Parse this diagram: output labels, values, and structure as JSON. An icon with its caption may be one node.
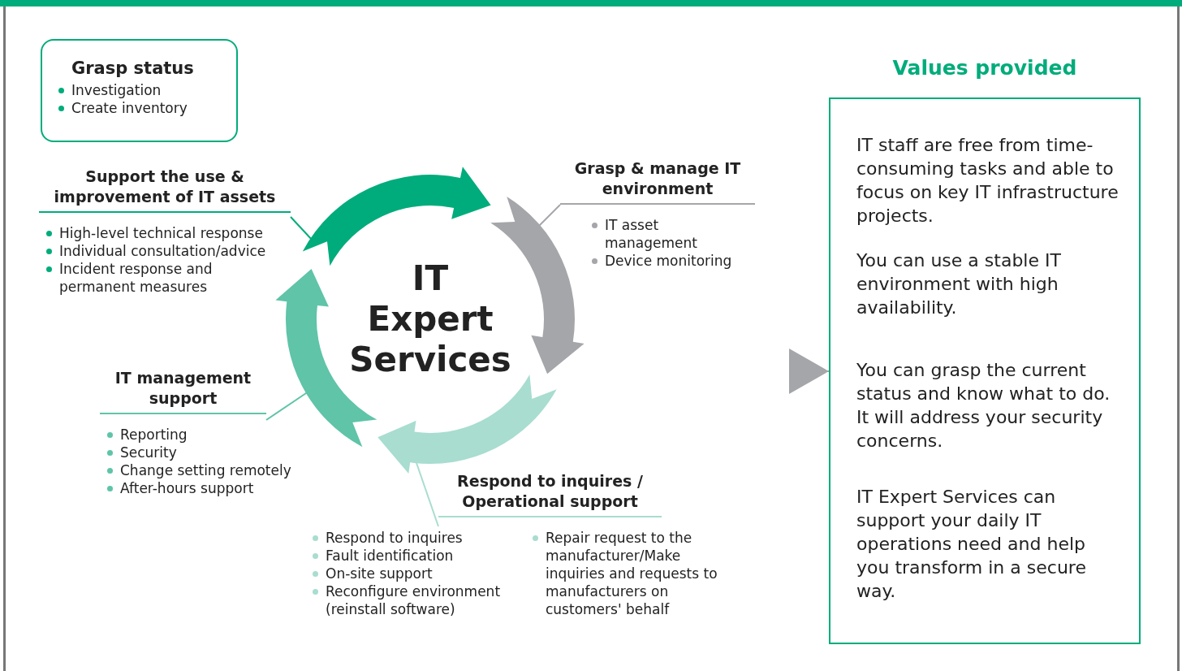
{
  "diagram": {
    "nodes": [
      {
        "text": [
          "Grasp status",
          "Investigation",
          "Create inventory"
        ]
      },
      {
        "text": [
          "Support the use & improvement of IT assets",
          "High-level technical response",
          "Individual consultation/advice",
          "Incident response and permanent measures"
        ]
      },
      {
        "text": [
          "Grasp & manage IT environment",
          "IT asset management",
          "Device monitoring"
        ]
      },
      {
        "text": [
          "IT Expert Services"
        ]
      },
      {
        "text": [
          "IT management support",
          "Reporting",
          "Security",
          "Change setting remotely",
          "After-hours support"
        ]
      },
      {
        "text": [
          "Respond to inquires / Operational support",
          "Respond to inquires",
          "Fault identification",
          "On-site support",
          "Reconfigure environment (reinstall software)",
          "Repair request to the manufacturer/Make inquiries and requests to manufacturers on customers' behalf"
        ]
      },
      {
        "text": [
          "Values provided",
          "IT staff are free from time-consuming tasks and able to focus on key IT infrastructure projects.",
          "You can use a stable IT environment with high availability.",
          "You can grasp the current status and know what to do. It will address your security concerns.",
          "IT Expert Services can support your daily IT operations need and help you transform in a secure way."
        ]
      },
      {
        "text": [],
        "shape": "arrow"
      },
      {
        "text": [],
        "shape": "arrow"
      },
      {
        "text": [],
        "shape": "arrow"
      },
      {
        "text": [],
        "shape": "arrow"
      }
    ],
    "edges": [
      {
        "from": 1,
        "to": 7,
        "arrow": "none",
        "color": "#00ac7b"
      },
      {
        "from": 2,
        "to": 8,
        "arrow": "none",
        "color": "#a5a6aa"
      },
      {
        "from": 4,
        "to": 9,
        "arrow": "none",
        "color": "#5fc4a8"
      },
      {
        "from": 5,
        "to": 10,
        "arrow": "none",
        "color": "#a8ddd0"
      },
      {
        "from": null,
        "to": 6,
        "arrow": "to",
        "color": "#a5a6aa"
      }
    ]
  }
}
